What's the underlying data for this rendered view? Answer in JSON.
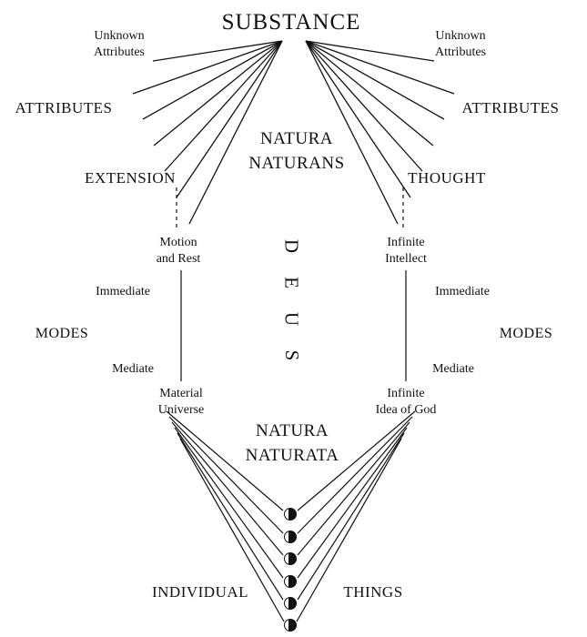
{
  "diagram": {
    "substance": "SUBSTANCE",
    "natura_naturans": "NATURA\nNATURANS",
    "natura_naturata": "NATURA\nNATURATA",
    "deus_letters": [
      "D",
      "E",
      "U",
      "S"
    ],
    "left": {
      "unknown_attributes": "Unknown\nAttributes",
      "attributes": "ATTRIBUTES",
      "attribute": "EXTENSION",
      "immediate_mode": "Motion\nand Rest",
      "immediate_label": "Immediate",
      "modes": "MODES",
      "mediate_label": "Mediate",
      "mediate_mode": "Material\nUniverse"
    },
    "right": {
      "unknown_attributes": "Unknown\nAttributes",
      "attributes": "ATTRIBUTES",
      "attribute": "THOUGHT",
      "immediate_mode": "Infinite\nIntellect",
      "immediate_label": "Immediate",
      "modes": "MODES",
      "mediate_label": "Mediate",
      "mediate_mode": "Infinite\nIdea of God"
    },
    "bottom": {
      "individual": "INDIVIDUAL",
      "things": "THINGS",
      "thing_count": 6
    },
    "colors": {
      "ink": "#111111",
      "background": "#ffffff"
    }
  }
}
